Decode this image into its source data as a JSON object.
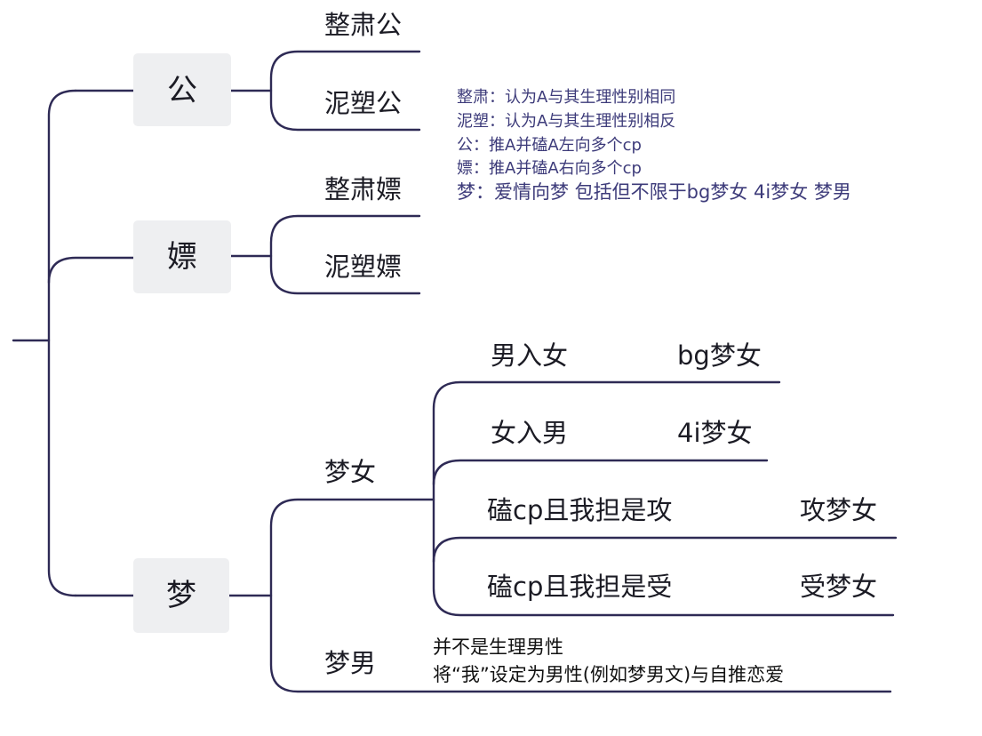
{
  "tree": {
    "gong": {
      "label": "公",
      "children": [
        "整肃公",
        "泥塑公"
      ]
    },
    "piao": {
      "label": "嫖",
      "children": [
        "整肃嫖",
        "泥塑嫖"
      ]
    },
    "meng": {
      "label": "梦",
      "mengnv": {
        "label": "梦女",
        "branches": [
          {
            "left": "男入女",
            "right": "bg梦女"
          },
          {
            "left": "女入男",
            "right": "4i梦女"
          },
          {
            "left": "磕cp且我担是攻",
            "right": "攻梦女"
          },
          {
            "left": "磕cp且我担是受",
            "right": "受梦女"
          }
        ]
      },
      "mengnan": {
        "label": "梦男",
        "note": [
          "并不是生理男性",
          "将“我”设定为男性(例如梦男文)与自推恋爱"
        ]
      }
    }
  },
  "definitions": [
    "整肃：认为A与其生理性别相同",
    "泥塑：认为A与其生理性别相反",
    "公：推A并磕A左向多个cp",
    "嫖：推A并磕A右向多个cp",
    "梦：爱情向梦    包括但不限于bg梦女 4i梦女 梦男"
  ]
}
